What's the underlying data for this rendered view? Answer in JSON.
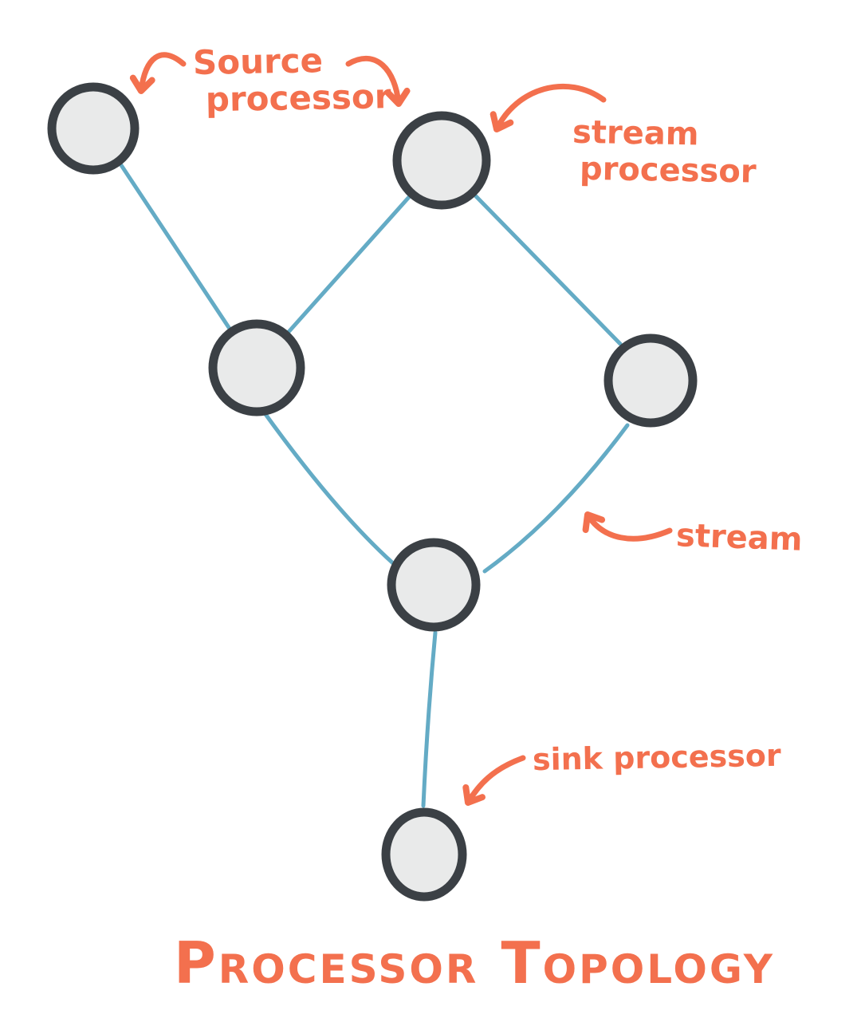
{
  "title": "Processor Topology",
  "colors": {
    "background": "#ffffff",
    "node_fill": "#e9eaea",
    "node_border": "#3b4045",
    "edge": "#64abc5",
    "annotation": "#f3704e"
  },
  "labels": {
    "source_processor_line1": "Source",
    "source_processor_line2": "processor",
    "stream_processor_line1": "stream",
    "stream_processor_line2": "processor",
    "stream": "stream",
    "sink_processor": "sink processor"
  },
  "graph": {
    "nodes": [
      {
        "id": "node-top-left",
        "type": "source processor"
      },
      {
        "id": "node-top-middle",
        "type": "source / stream processor"
      },
      {
        "id": "node-mid-left",
        "type": "stream processor"
      },
      {
        "id": "node-mid-right",
        "type": "stream processor"
      },
      {
        "id": "node-center-bottom",
        "type": "stream processor"
      },
      {
        "id": "node-sink",
        "type": "sink processor"
      }
    ],
    "edges": [
      {
        "from": "node-top-left",
        "to": "node-mid-left",
        "type": "stream"
      },
      {
        "from": "node-top-middle",
        "to": "node-mid-left",
        "type": "stream"
      },
      {
        "from": "node-top-middle",
        "to": "node-mid-right",
        "type": "stream"
      },
      {
        "from": "node-mid-left",
        "to": "node-center-bottom",
        "type": "stream"
      },
      {
        "from": "node-mid-right",
        "to": "node-center-bottom",
        "type": "stream"
      },
      {
        "from": "node-center-bottom",
        "to": "node-sink",
        "type": "stream"
      }
    ],
    "annotations": [
      {
        "label": "Source processor",
        "targets": [
          "node-top-left",
          "node-top-middle"
        ]
      },
      {
        "label": "stream processor",
        "targets": [
          "node-top-middle"
        ]
      },
      {
        "label": "stream",
        "targets": [
          "edge node-mid-right to node-center-bottom"
        ]
      },
      {
        "label": "sink processor",
        "targets": [
          "node-sink"
        ]
      }
    ]
  }
}
